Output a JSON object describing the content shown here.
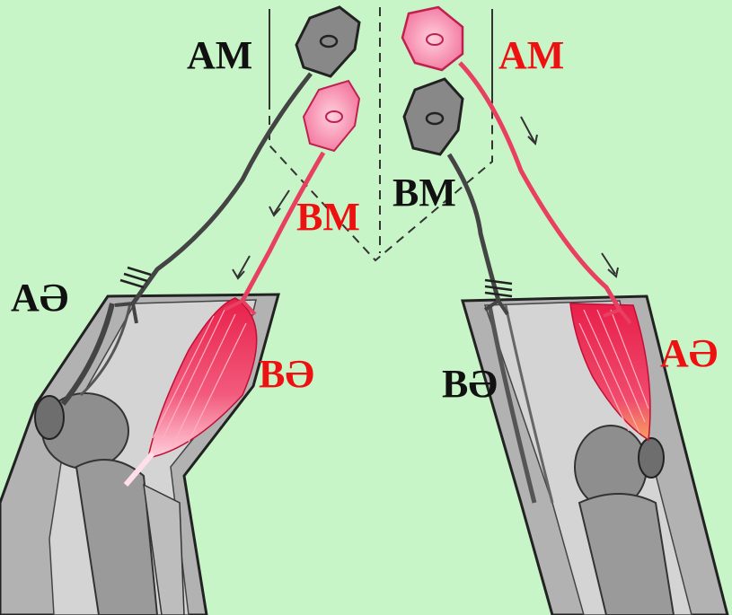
{
  "colors": {
    "background": "#c8f5c8",
    "label_red": "#ee1111",
    "label_black": "#111111",
    "neuron_gray": "#8a8a8a",
    "neuron_pink": "#f07aa0",
    "muscle_red": "#ee3355",
    "bone_gray": "#b4b4b4"
  },
  "labels": {
    "left_am": "AM",
    "left_bm": "BM",
    "left_ae": "AƏ",
    "left_be": "BƏ",
    "right_am": "AM",
    "right_bm": "BM",
    "right_ae": "AƏ",
    "right_be": "BƏ"
  }
}
